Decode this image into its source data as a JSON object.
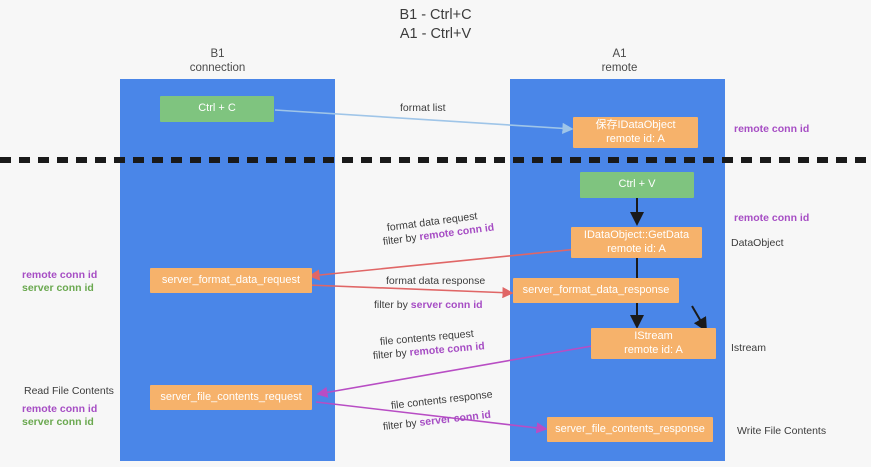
{
  "title": "B1 - Ctrl+C\nA1 - Ctrl+V",
  "columns": {
    "left": {
      "name": "B1",
      "role": "connection"
    },
    "right": {
      "name": "A1",
      "role": "remote"
    }
  },
  "colors": {
    "lane": "#4a86e8",
    "node_orange": "#f6b26b",
    "node_green": "#7fc47f",
    "remote_conn_id": "#a64dc4",
    "server_conn_id": "#6aa84f",
    "arrow_blue": "#9fc5e8",
    "arrow_red": "#e06666",
    "arrow_purple": "#b84dc4",
    "arrow_black": "#1a1a1a",
    "divider": "#1a1a1a",
    "background": "#f7f7f7"
  },
  "nodes": {
    "ctrl_c": {
      "label": "Ctrl + C",
      "sub": ""
    },
    "save_idataobject": {
      "label": "保存IDataObject",
      "sub": "remote id: A"
    },
    "ctrl_v": {
      "label": "Ctrl + V",
      "sub": ""
    },
    "getdata": {
      "label": "IDataObject::GetData",
      "sub": "remote id: A"
    },
    "format_req": {
      "label": "server_format_data_request",
      "sub": ""
    },
    "format_resp": {
      "label": "server_format_data_response",
      "sub": ""
    },
    "istream": {
      "label": "IStream",
      "sub": "remote id: A"
    },
    "file_req": {
      "label": "server_file_contents_request",
      "sub": ""
    },
    "file_resp": {
      "label": "server_file_contents_response",
      "sub": ""
    }
  },
  "edge_labels": {
    "format_list": "format list",
    "fmt_data_request": "format data request",
    "fmt_data_req_filter_pre": "filter by ",
    "fmt_data_req_filter_key": "remote conn id",
    "fmt_data_response": "format data response",
    "fmt_data_resp_filter_pre": "filter by ",
    "fmt_data_resp_filter_key": "server conn id",
    "file_request": "file contents request",
    "file_req_filter_pre": "filter by ",
    "file_req_filter_key": "remote conn id",
    "file_response": "file contents response",
    "file_resp_filter_pre": "filter by ",
    "file_resp_filter_key": "server conn id"
  },
  "side_labels": {
    "right_remote_conn_id_top": "remote conn id",
    "right_remote_conn_id_mid": "remote conn id",
    "right_dataobject": "DataObject",
    "right_istream": "Istream",
    "right_write_file_contents": "Write File Contents",
    "left_remote_conn_id_mid": "remote conn id",
    "left_server_conn_id_mid": "server conn id",
    "left_read_file_contents": "Read File Contents",
    "left_remote_conn_id_bottom": "remote conn id",
    "left_server_conn_id_bottom": "server conn id"
  }
}
